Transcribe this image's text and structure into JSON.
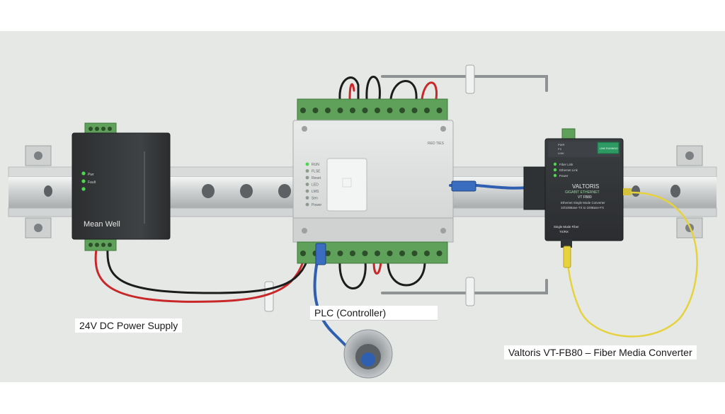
{
  "colors": {
    "background_panel": "#e6e8e6",
    "psu_body": "#3a3c3e",
    "plc_body": "#dcdedc",
    "terminal_green": "#5fa05a",
    "wire_red": "#c8282a",
    "wire_black": "#1c1c1c",
    "cable_blue": "#2f5fb0",
    "fiber_yellow": "#e6d23c",
    "led_green": "#4fd64f"
  },
  "power_supply": {
    "brand": "Mean Well",
    "led_labels": [
      "Pwr",
      "Fault",
      ""
    ],
    "caption": "24V DC Power Supply"
  },
  "plc": {
    "top_label": "RED TIES",
    "status_labels": [
      "RUN",
      "FLSE",
      "Reset",
      "LED",
      "LMS",
      "Sen",
      "Power"
    ],
    "caption": "PLC (Controller)"
  },
  "fiber_converter": {
    "header_line_1": "VALTORIS",
    "header_line_2": "VT FB80",
    "small_label_1": "PWR",
    "small_label_2": "FX",
    "small_label_3": "LINK",
    "green_badge": "LINK RUNNING",
    "led_labels": [
      "Fiber Link",
      "Ethernet Link",
      "Power"
    ],
    "brand_line_1": "VALTORIS",
    "brand_line_2": "GIGABIT ETHERNET",
    "brand_line_3": "VT FB80",
    "model_line_1": "Ethernet Single Mode Converter",
    "model_line_2": "10/100Base-TX to 100Base-FX",
    "model_line_3": "Single Mode Fiber",
    "model_line_4": "TX/RX",
    "caption": "Valtoris VT-FB80 – Fiber Media Converter"
  }
}
